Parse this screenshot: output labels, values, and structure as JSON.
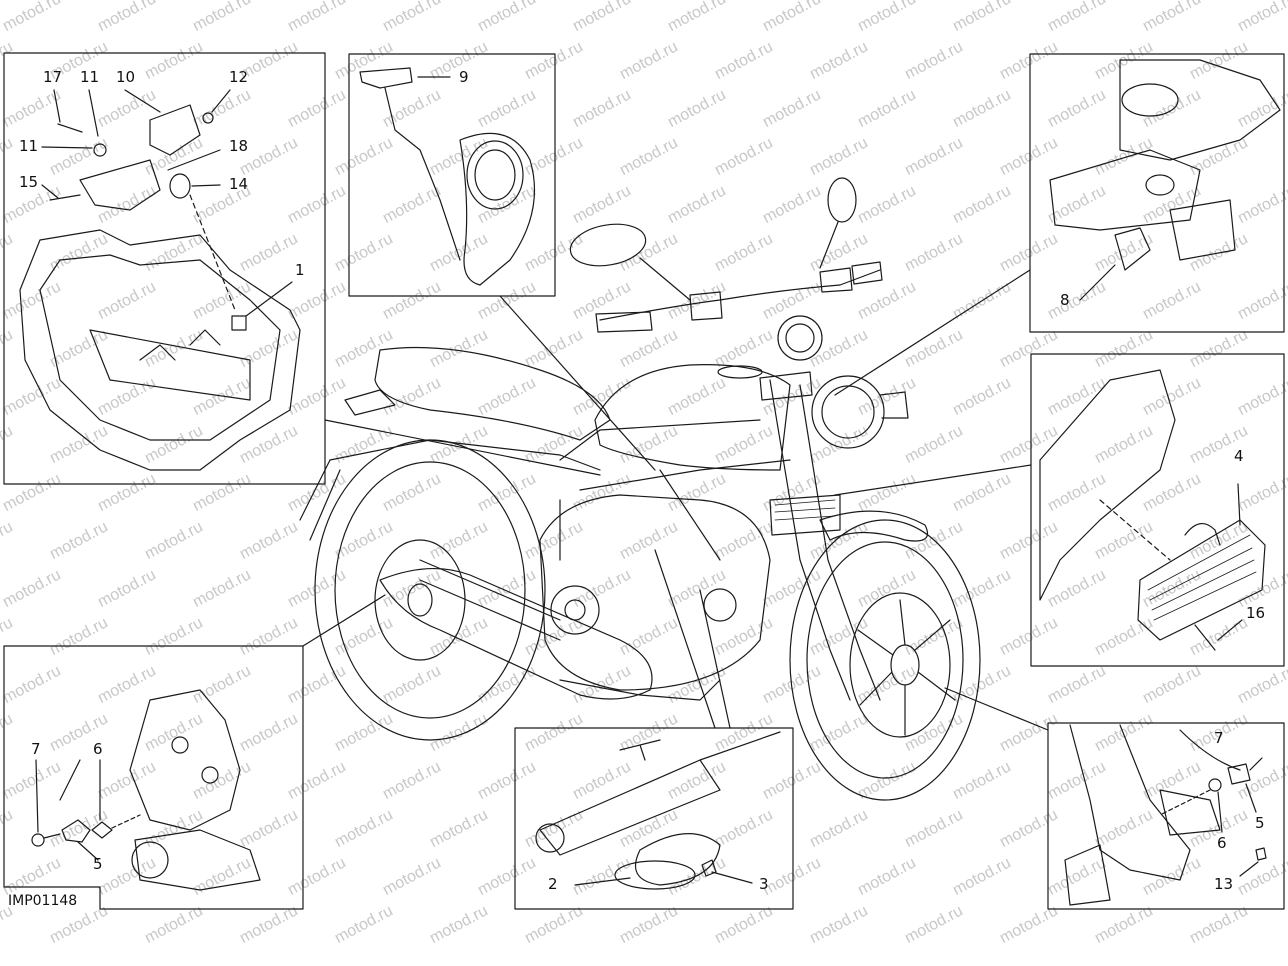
{
  "watermark": "motod.ru",
  "drawing_code": "IMP01148",
  "callouts": {
    "p1_17": "17",
    "p1_11a": "11",
    "p1_10": "10",
    "p1_12": "12",
    "p1_11b": "11",
    "p1_18": "18",
    "p1_15": "15",
    "p1_14": "14",
    "p1_1": "1",
    "p2_9": "9",
    "p3_8": "8",
    "p4_4": "4",
    "p4_16": "16",
    "p5_7": "7",
    "p5_6": "6",
    "p5_5": "5",
    "p6_2": "2",
    "p6_3": "3",
    "p7_7": "7",
    "p7_5": "5",
    "p7_6": "6",
    "p7_13": "13"
  },
  "colors": {
    "line": "#1a1a1a",
    "watermark": "#c8c8c8",
    "background": "#ffffff"
  }
}
